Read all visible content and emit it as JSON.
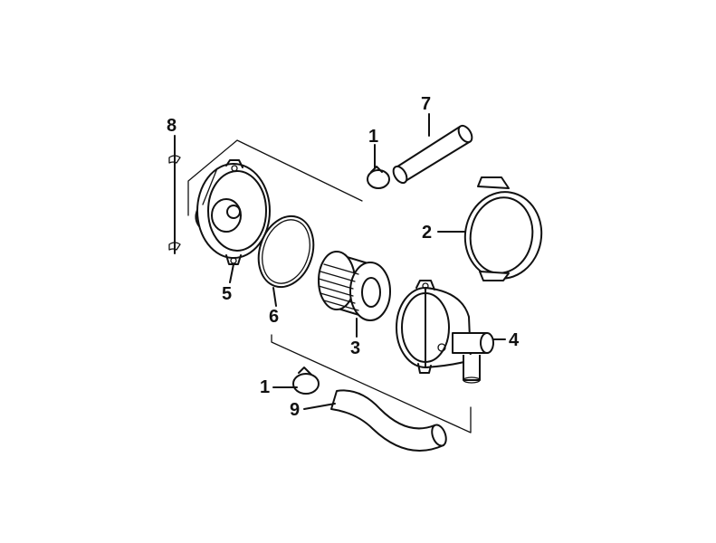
{
  "diagram": {
    "callouts": {
      "c1_top": "1",
      "c1_bottom": "1",
      "c2": "2",
      "c3": "3",
      "c4": "4",
      "c5": "5",
      "c6": "6",
      "c7": "7",
      "c8": "8",
      "c9": "9"
    },
    "parts": [
      {
        "id": "clamp-top",
        "callout": "1"
      },
      {
        "id": "band-clamp",
        "callout": "2"
      },
      {
        "id": "filter-element",
        "callout": "3"
      },
      {
        "id": "filter-housing",
        "callout": "4"
      },
      {
        "id": "housing-cover",
        "callout": "5"
      },
      {
        "id": "o-ring",
        "callout": "6"
      },
      {
        "id": "straight-hose",
        "callout": "7"
      },
      {
        "id": "cable-tie",
        "callout": "8"
      },
      {
        "id": "curved-hose",
        "callout": "9"
      },
      {
        "id": "clamp-bottom",
        "callout": "1"
      }
    ],
    "colors": {
      "line": "#111111",
      "background": "#ffffff"
    }
  }
}
